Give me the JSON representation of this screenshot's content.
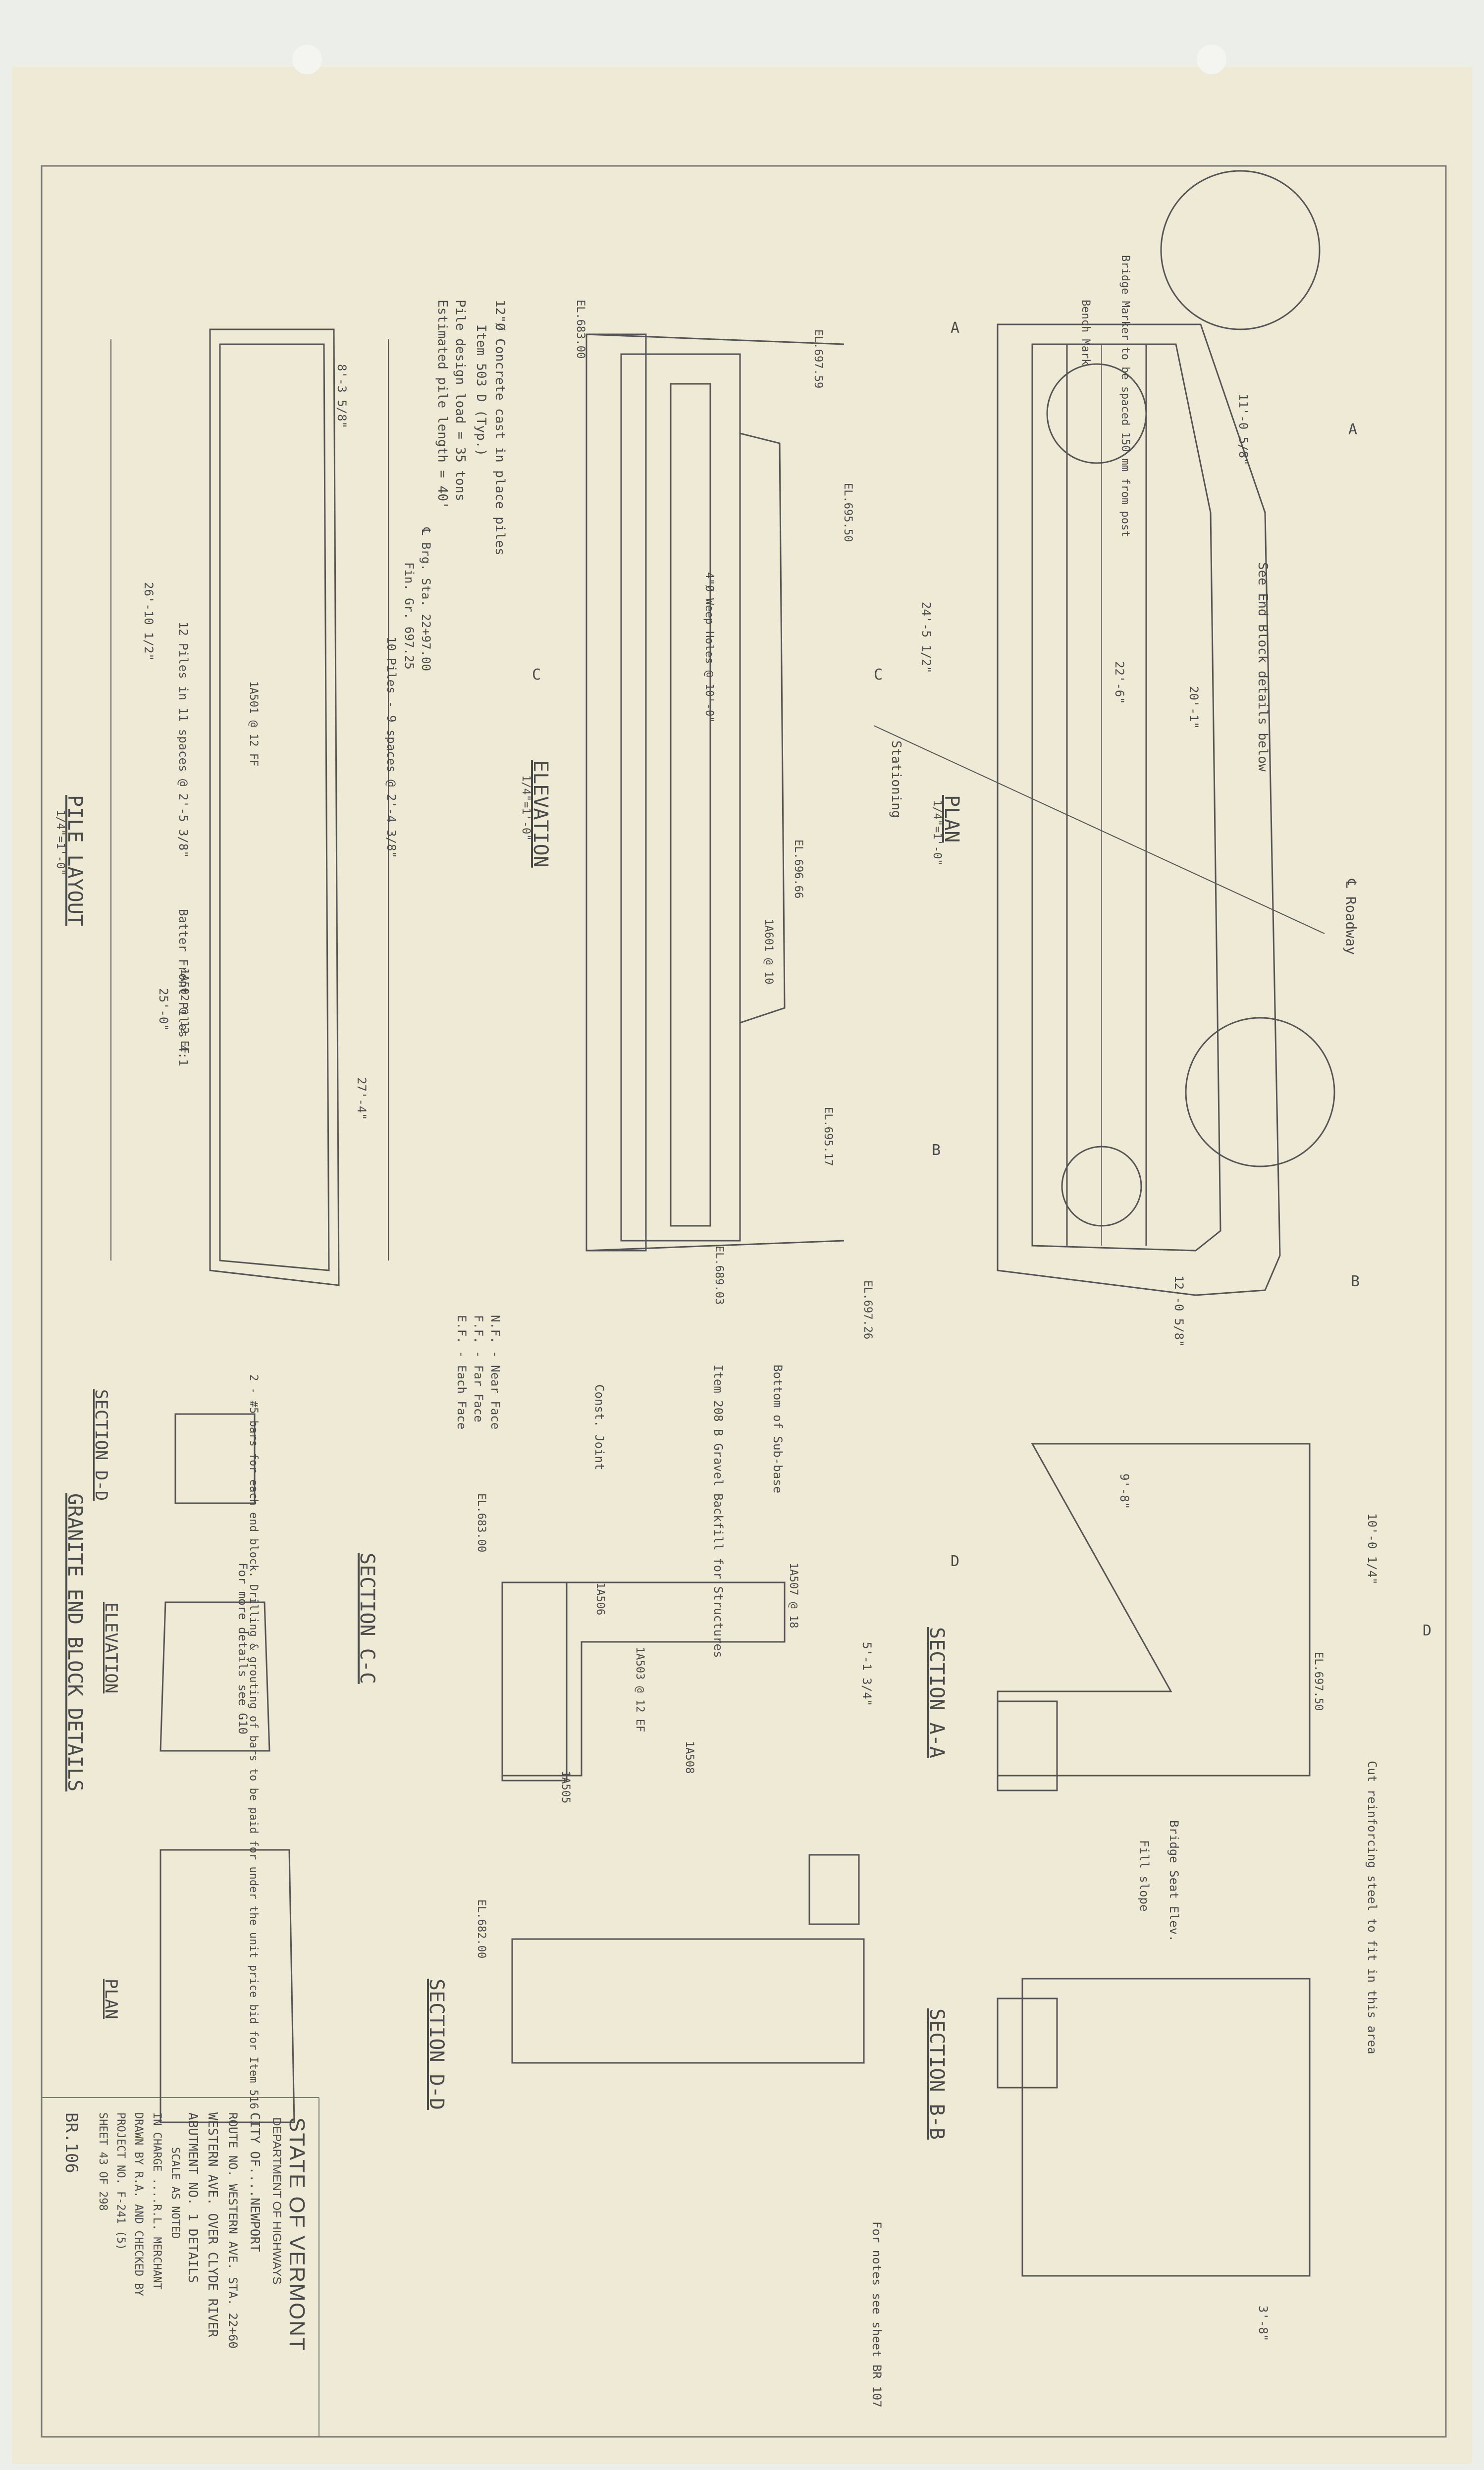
{
  "title_block": {
    "state": "STATE OF VERMONT",
    "department": "DEPARTMENT OF HIGHWAYS",
    "city": "CITY OF....NEWPORT",
    "route": "ROUTE NO. WESTERN AVE.      STA. 22+60",
    "project_desc": "WESTERN AVE. OVER CLYDE RIVER",
    "sheet_title": "ABUTMENT NO. 1 DETAILS",
    "scale": "SCALE AS NOTED",
    "in_charge": "IN CHARGE ....R.L. MERCHANT",
    "drawn": "DRAWN BY R.A. AND CHECKED BY",
    "project_no": "PROJECT NO. F-241 (5)",
    "sheet": "SHEET 43 OF 298",
    "br_no": "BR.106"
  },
  "views": {
    "plan": "PLAN",
    "plan_scale": "1/4\"=1'-0\"",
    "elevation": "ELEVATION",
    "elevation_scale": "1/4\"=1'-0\"",
    "pile_layout": "PILE LAYOUT",
    "pile_scale": "1/4\"=1'-0\"",
    "section_aa": "SECTION A-A",
    "section_bb": "SECTION B-B",
    "section_cc": "SECTION C-C",
    "section_dd": "SECTION D-D",
    "granite_title": "GRANITE END BLOCK DETAILS",
    "granite_elev": "ELEVATION",
    "granite_plan": "PLAN",
    "granite_section": "SECTION D-D"
  },
  "notes": {
    "concrete_piles": "12\"Ø Concrete cast in place piles",
    "item": "Item 503 D (Typ.)",
    "pile_load": "Pile design load = 35 tons",
    "pile_length": "Estimated pile length = 40'",
    "bearing": "℄ Brg. Sta. 22+97.00",
    "bearing_fin": "Fin. Gr. 697.25",
    "piles_spaces": "12 Piles in 11 spaces @ 2'-5 3/8\"",
    "batter": "Batter Front Piles 4:1",
    "ten_piles": "10 Piles - 9 spaces @ 2'-4 3/8\"",
    "nf": "N.F. - Near Face",
    "ff": "F.F. - Far Face",
    "ef": "E.F. - Each Face",
    "const_joint": "Const. Joint",
    "gravel": "Item 208 B Gravel Backfill for Structures",
    "subbase": "Bottom of Sub-base",
    "end_block": "See End Block details below",
    "bridge_marker": "Bridge Marker to be spaced 150 mm from post",
    "bench_mark": "Bench Mark",
    "roadway": "℄ Roadway",
    "stationing": "Stationing",
    "weep": "4\"Ø Weep Holes @ 10'-0\"",
    "bars_note": "2 - #5 bars for each end block. Drilling & grouting of bars to be paid for under the unit price bid for Item 516",
    "see_g": "For more details see G10",
    "cut_reinf": "Cut reinforcing steel to fit in this area",
    "bridge_seat": "Bridge Seat Elev.",
    "fill_slope": "Fill slope",
    "notes_see": "For notes see sheet BR 107"
  },
  "elevations": {
    "e1": "EL.697.59",
    "e2": "EL.695.50",
    "e3": "EL.696.66",
    "e4": "EL.695.17",
    "e5": "EL.689.03",
    "e6": "EL.683.00",
    "e7": "EL.697.26",
    "e8": "EL.697.50",
    "e9": "EL.683.00",
    "e10": "EL.682.00"
  },
  "dims": {
    "d1": "24'-5 1/2\"",
    "d2": "26'-10 1/2\"",
    "d3": "27'-4\"",
    "d4": "25'-0\"",
    "d5": "11'-0 5/8\"",
    "d6": "20'-1\"",
    "d7": "22'-6\"",
    "d8": "12'-0 5/8\"",
    "d9": "9'-8\"",
    "d10": "10'-0 1/4\"",
    "d11": "3'-8\"",
    "d12": "8'-3 5/8\"",
    "d13": "5'-1 3/4\""
  },
  "bars": {
    "b1": "1A502 @ 12 EF",
    "b2": "1A501 @ 12 FF",
    "b3": "1A503 @ 12 EF",
    "b4": "1A507 @ 18",
    "b5": "1A508",
    "b6": "1A506",
    "b7": "1A505",
    "b8": "1A601 @ 10"
  },
  "markers": {
    "a": "A",
    "b": "B",
    "c": "C",
    "d": "D"
  },
  "colors": {
    "paper": "#eeead6",
    "ink": "#4a4a4a",
    "border": "#7a7a76"
  }
}
